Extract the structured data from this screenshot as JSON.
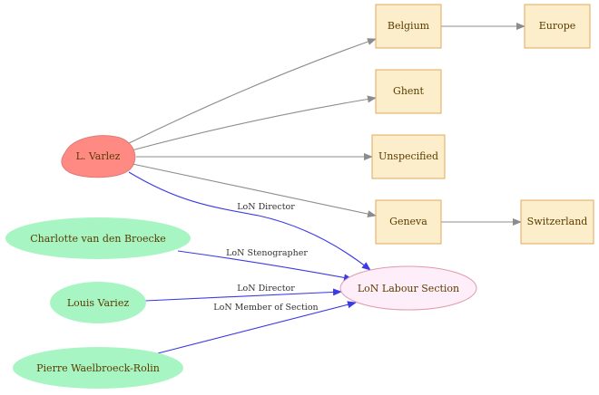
{
  "nodes": {
    "varlez": {
      "label": "L. Varlez",
      "fill": "#ff8a84",
      "stroke": "#e07a74"
    },
    "belgium": {
      "label": "Belgium"
    },
    "europe": {
      "label": "Europe"
    },
    "ghent": {
      "label": "Ghent"
    },
    "unspecified": {
      "label": "Unspecified"
    },
    "geneva": {
      "label": "Geneva"
    },
    "switzerland": {
      "label": "Switzerland"
    },
    "charlotte": {
      "label": "Charlotte van den Broecke"
    },
    "louis": {
      "label": "Louis Variez"
    },
    "pierre": {
      "label": "Pierre Waelbroeck-Rolin"
    },
    "labour": {
      "label": "LoN Labour Section"
    }
  },
  "edges": [
    {
      "label": "LoN Director"
    },
    {
      "label": "LoN Stenographer"
    },
    {
      "label": "LoN Director"
    },
    {
      "label": "LoN Member of Section"
    }
  ],
  "colors": {
    "place_fill": "#fdeecb",
    "place_stroke": "#e0a85c",
    "person_fill": "#a8f5c4",
    "org_fill": "#fdeefa",
    "org_stroke": "#e09aa8",
    "gray_edge": "#8c8c8c",
    "blue_edge": "#3a3ae8"
  }
}
